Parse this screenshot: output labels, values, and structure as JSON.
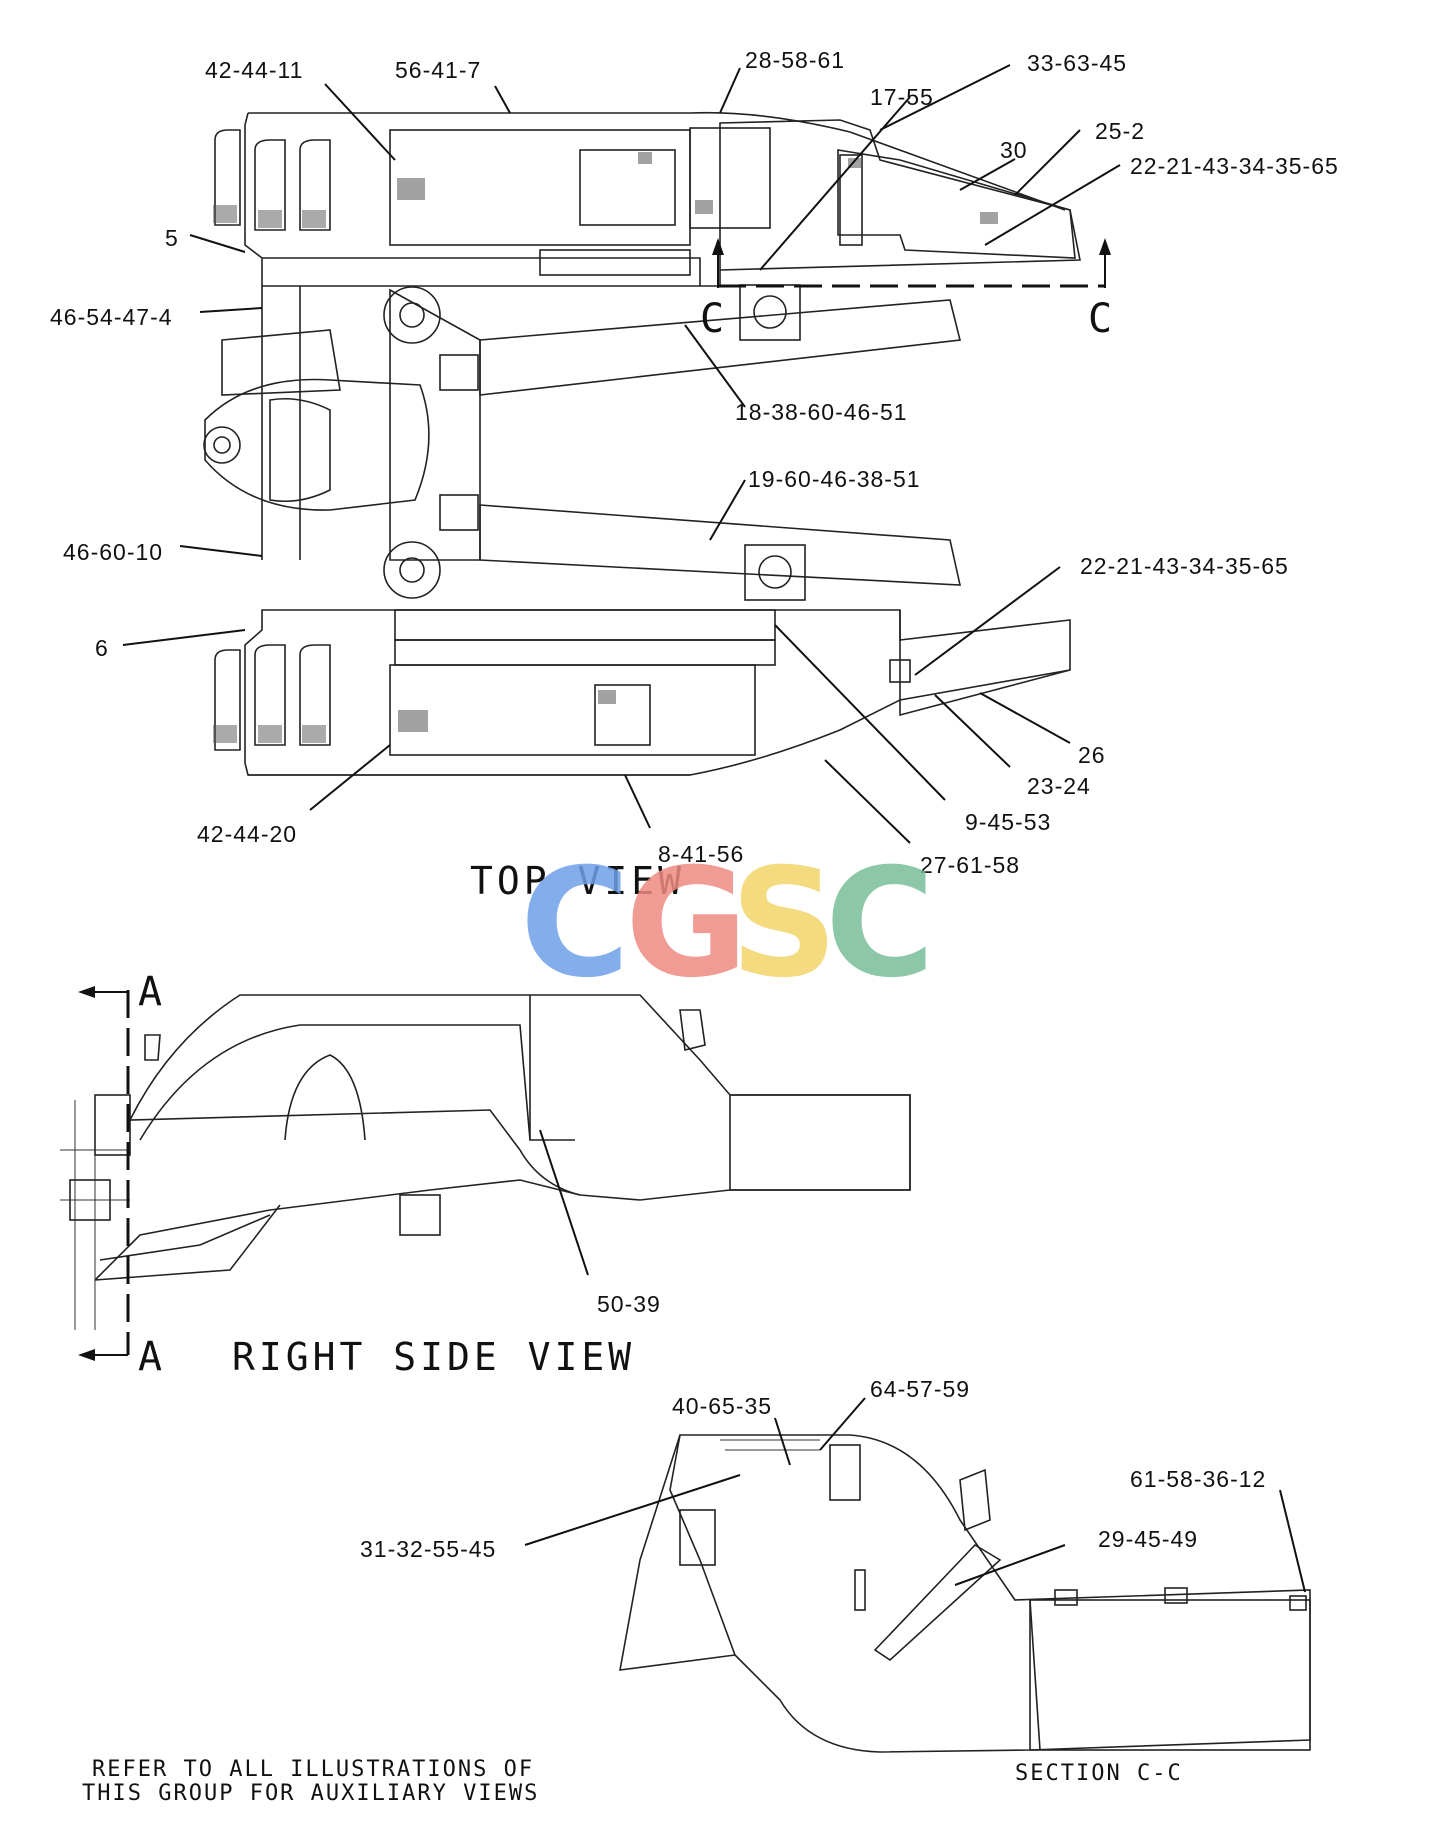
{
  "views": {
    "top": {
      "title": "TOP VIEW"
    },
    "right_side": {
      "title": "RIGHT SIDE VIEW"
    },
    "section": {
      "title": "SECTION C-C",
      "marker": "C"
    },
    "section_a": {
      "marker": "A"
    }
  },
  "callouts": {
    "c1": "42-44-11",
    "c2": "56-41-7",
    "c3": "28-58-61",
    "c4": "33-63-45",
    "c5": "17-55",
    "c6": "25-2",
    "c7": "30",
    "c8": "22-21-43-34-35-65",
    "c9": "5",
    "c10": "46-54-47-4",
    "c11": "18-38-60-46-51",
    "c12": "19-60-46-38-51",
    "c13": "46-60-10",
    "c14": "22-21-43-34-35-65",
    "c15": "6",
    "c16": "26",
    "c17": "23-24",
    "c18": "42-44-20",
    "c19": "9-45-53",
    "c20": "8-41-56",
    "c21": "27-61-58",
    "c22": "50-39",
    "c23": "40-65-35",
    "c24": "64-57-59",
    "c25": "61-58-36-12",
    "c26": "31-32-55-45",
    "c27": "29-45-49"
  },
  "note": {
    "line1": "REFER TO ALL ILLUSTRATIONS OF",
    "line2": "THIS GROUP FOR AUXILIARY VIEWS"
  },
  "watermark": {
    "text": "CGSC",
    "colors": [
      "#6ea0e8",
      "#ee8b82",
      "#f3d56a",
      "#79be98"
    ]
  }
}
